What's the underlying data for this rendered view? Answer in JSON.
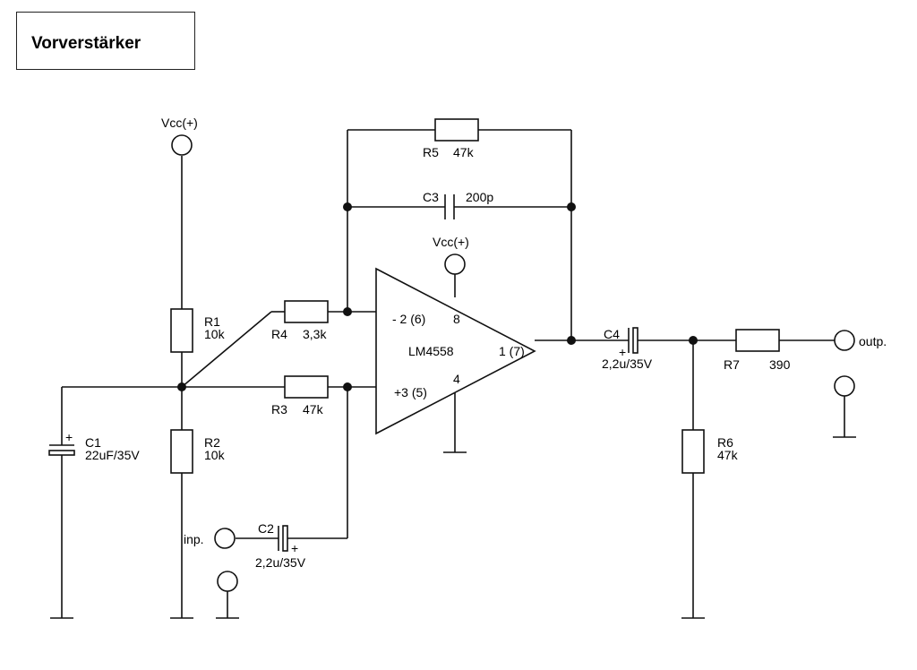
{
  "title": "Vorverstärker",
  "opamp": {
    "name": "LM4558",
    "inv_pin": "- 2 (6)",
    "noninv_pin": "+3 (5)",
    "out_pin": "1 (7)",
    "vcc_pin": "8",
    "gnd_pin": "4"
  },
  "supply": {
    "vcc_left": "Vcc(+)",
    "vcc_opamp": "Vcc(+)"
  },
  "resistors": {
    "r1": {
      "name": "R1",
      "value": "10k"
    },
    "r2": {
      "name": "R2",
      "value": "10k"
    },
    "r3": {
      "name": "R3",
      "value": "47k"
    },
    "r4": {
      "name": "R4",
      "value": "3,3k"
    },
    "r5": {
      "name": "R5",
      "value": "47k"
    },
    "r6": {
      "name": "R6",
      "value": "47k"
    },
    "r7": {
      "name": "R7",
      "value": "390"
    }
  },
  "capacitors": {
    "c1": {
      "name": "C1",
      "value": "22uF/35V",
      "polarity": "+"
    },
    "c2": {
      "name": "C2",
      "value": "2,2u/35V",
      "polarity": "+"
    },
    "c3": {
      "name": "C3",
      "value": "200p"
    },
    "c4": {
      "name": "C4",
      "value": "2,2u/35V",
      "polarity": "+"
    }
  },
  "ports": {
    "input": "inp.",
    "output": "outp."
  }
}
